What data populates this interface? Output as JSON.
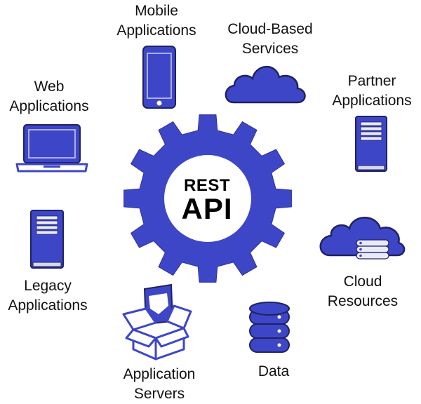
{
  "center": {
    "line1": "REST",
    "line2": "API"
  },
  "nodes": [
    {
      "id": "mobile",
      "icon": "mobile-phone-icon",
      "lines": [
        "Mobile",
        "Applications"
      ]
    },
    {
      "id": "cloud-services",
      "icon": "cloud-icon",
      "lines": [
        "Cloud-Based",
        "Services"
      ]
    },
    {
      "id": "partner",
      "icon": "server-tower-icon",
      "lines": [
        "Partner",
        "Applications"
      ]
    },
    {
      "id": "cloud-resources",
      "icon": "cloud-database-icon",
      "lines": [
        "Cloud",
        "Resources"
      ]
    },
    {
      "id": "data",
      "icon": "database-icon",
      "lines": [
        "Data"
      ]
    },
    {
      "id": "app-servers",
      "icon": "open-box-icon",
      "lines": [
        "Application",
        "Servers"
      ]
    },
    {
      "id": "legacy",
      "icon": "server-tower-icon",
      "lines": [
        "Legacy",
        "Applications"
      ]
    },
    {
      "id": "web",
      "icon": "laptop-icon",
      "lines": [
        "Web",
        "Applications"
      ]
    }
  ],
  "colors": {
    "primary": "#3e46c8",
    "outline": "#1f2263",
    "light": "#e9eaf6",
    "text": "#111111"
  }
}
